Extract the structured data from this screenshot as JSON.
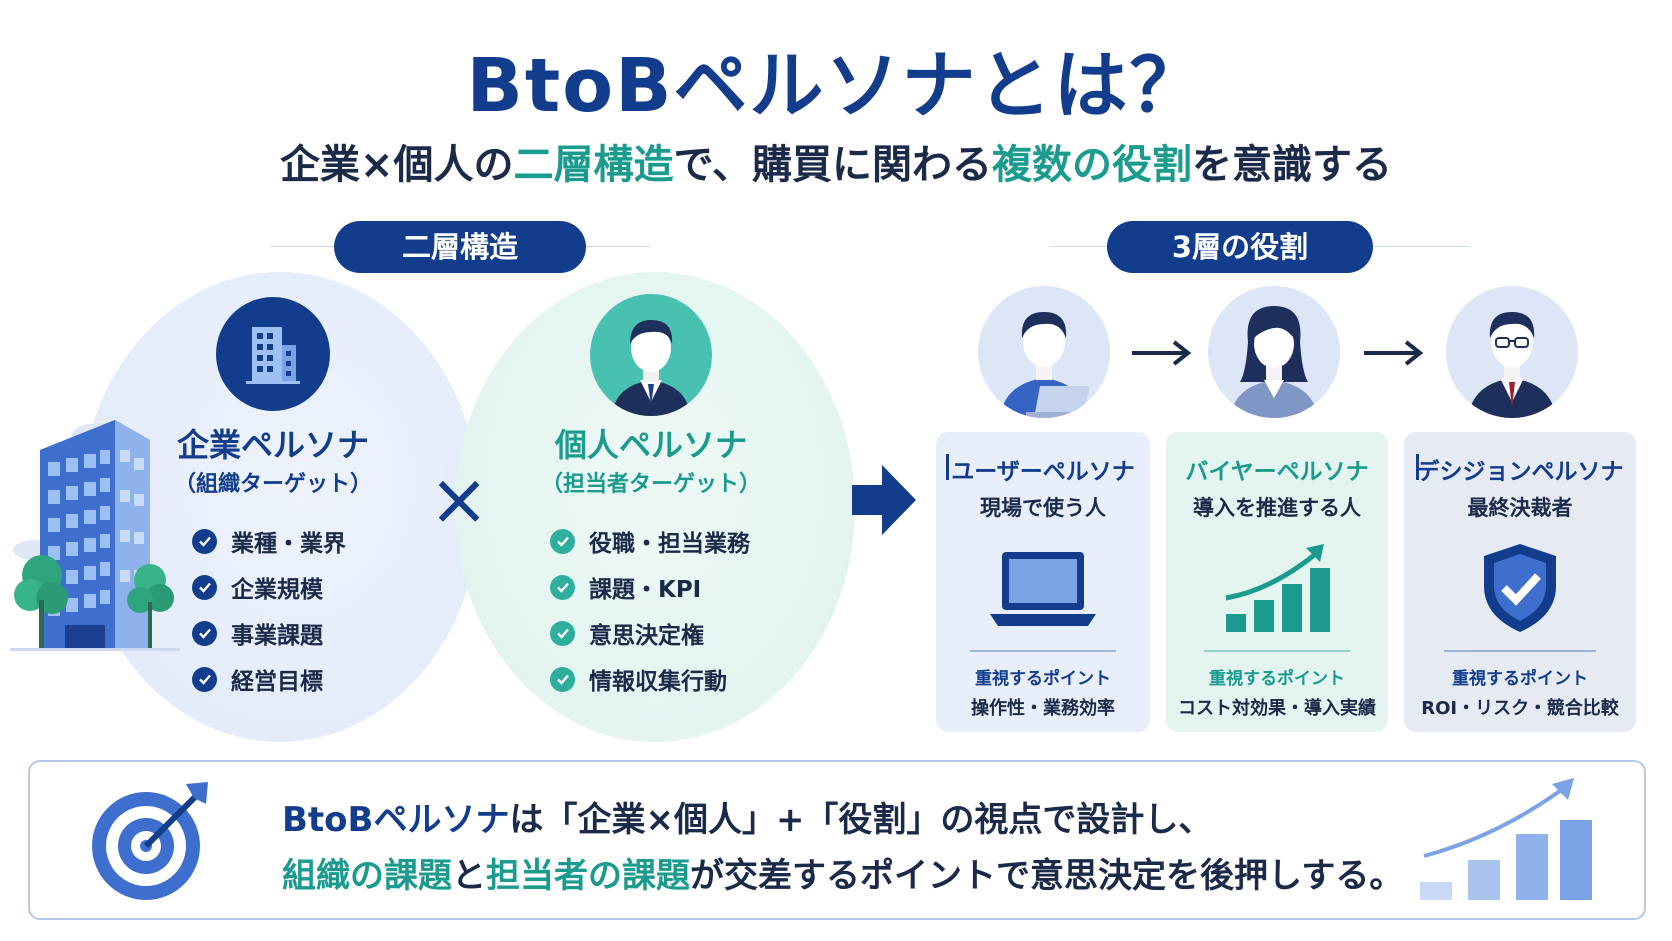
{
  "header": {
    "title": "BtoBペルソナとは？",
    "subtitle": {
      "part1": "企業×個人の",
      "hl1": "二層構造",
      "part2": "で、購買に関わる",
      "hl2": "複数の役割",
      "part3": "を意識する"
    }
  },
  "section_left": {
    "pill": "二層構造",
    "company": {
      "title": "企業ペルソナ",
      "subtitle": "（組織ターゲット）",
      "items": [
        "業種・業界",
        "企業規模",
        "事業課題",
        "経営目標"
      ]
    },
    "times": "×",
    "person": {
      "title": "個人ペルソナ",
      "subtitle": "（担当者ターゲット）",
      "items": [
        "役職・担当業務",
        "課題・KPI",
        "意思決定権",
        "情報収集行動"
      ]
    }
  },
  "section_right": {
    "pill": "3層の役割",
    "roles": [
      {
        "title": "ユーザーペルソナ",
        "desc": "現場で使う人",
        "point_label": "重視するポイント",
        "point": "操作性・業務効率"
      },
      {
        "title": "バイヤーペルソナ",
        "desc": "導入を推進する人",
        "point_label": "重視するポイント",
        "point": "コスト対効果・導入実績"
      },
      {
        "title": "デシジョンペルソナ",
        "desc": "最終決裁者",
        "point_label": "重視するポイント",
        "point": "ROI・リスク・競合比較"
      }
    ]
  },
  "summary": {
    "line1": {
      "blue": "BtoBペルソナ",
      "rest": "は「企業×個人」+「役割」の視点で設計し、"
    },
    "line2": {
      "hl1": "組織の課題",
      "mid": "と",
      "hl2": "担当者の課題",
      "rest": "が交差するポイントで意思決定を後押しする。"
    }
  },
  "colors": {
    "navy": "#123c8c",
    "teal": "#1a9b8e",
    "text": "#1c2a4a",
    "blue_card": "#e8effb",
    "teal_card": "#e3f4f1",
    "gray_card": "#e6eaf2"
  },
  "icons": [
    "building-icon",
    "person-icon",
    "check-icon",
    "arrow-right-icon",
    "laptop-icon",
    "growth-chart-icon",
    "shield-check-icon",
    "target-icon"
  ]
}
